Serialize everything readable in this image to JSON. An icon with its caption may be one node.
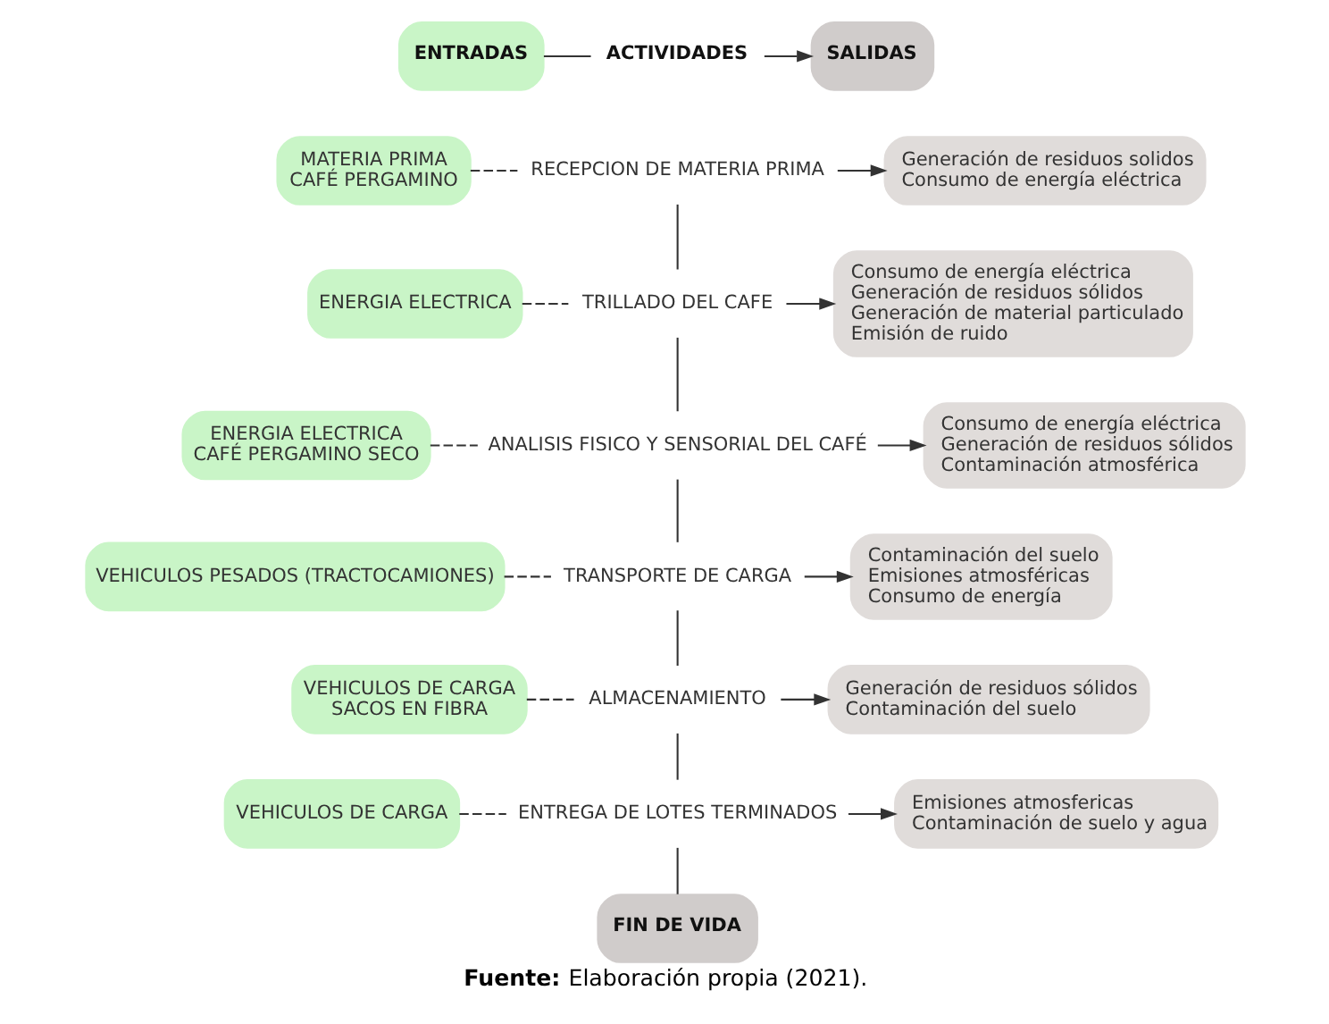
{
  "diagram": {
    "caption": "**Fuente:** Elaboración propia (2021).",
    "nodes": [
      {
        "text": [
          "ENTRADAS"
        ]
      },
      {
        "text": [
          "ACTIVIDADES"
        ]
      },
      {
        "text": [
          "SALIDAS"
        ]
      },
      {
        "text": [
          "MATERIA PRIMA",
          "CAFÉ PERGAMINO"
        ]
      },
      {
        "text": [
          "RECEPCION DE MATERIA PRIMA"
        ]
      },
      {
        "text": [
          "Generación de residuos solidos",
          "Consumo de energía eléctrica"
        ]
      },
      {
        "text": [
          "ENERGIA ELECTRICA"
        ]
      },
      {
        "text": [
          "TRILLADO DEL CAFE"
        ]
      },
      {
        "text": [
          "Consumo de energía eléctrica",
          "Generación de residuos sólidos",
          "Generación de material particulado",
          "Emisión de ruido"
        ]
      },
      {
        "text": [
          "ENERGIA ELECTRICA",
          "CAFÉ PERGAMINO SECO"
        ]
      },
      {
        "text": [
          "ANALISIS FISICO Y SENSORIAL DEL CAFÉ"
        ]
      },
      {
        "text": [
          "Consumo de energía eléctrica",
          "Generación de residuos sólidos",
          "Contaminación atmosférica"
        ]
      },
      {
        "text": [
          "VEHICULOS PESADOS (TRACTOCAMIONES)"
        ]
      },
      {
        "text": [
          "TRANSPORTE DE CARGA"
        ]
      },
      {
        "text": [
          "Contaminación del suelo",
          "Emisiones atmosféricas",
          "Consumo de energía"
        ]
      },
      {
        "text": [
          "VEHICULOS DE CARGA",
          "SACOS EN FIBRA"
        ]
      },
      {
        "text": [
          "ALMACENAMIENTO"
        ]
      },
      {
        "text": [
          "Generación de residuos sólidos",
          "Contaminación del suelo"
        ]
      },
      {
        "text": [
          "VEHICULOS DE CARGA"
        ]
      },
      {
        "text": [
          "ENTREGA DE LOTES TERMINADOS"
        ]
      },
      {
        "text": [
          "Emisiones atmosfericas",
          "Contaminación de suelo y agua"
        ]
      },
      {
        "text": [
          "FIN DE VIDA"
        ]
      }
    ],
    "edges": [
      {
        "from": 0,
        "to": 1,
        "arrow": "none"
      },
      {
        "from": 1,
        "to": 2,
        "arrow": "to"
      },
      {
        "from": 3,
        "to": 4,
        "arrow": "none",
        "style": "dashed"
      },
      {
        "from": 4,
        "to": 5,
        "arrow": "to"
      },
      {
        "from": 6,
        "to": 7,
        "arrow": "none",
        "style": "dashed"
      },
      {
        "from": 7,
        "to": 8,
        "arrow": "to"
      },
      {
        "from": 9,
        "to": 10,
        "arrow": "none",
        "style": "dashed"
      },
      {
        "from": 10,
        "to": 11,
        "arrow": "to"
      },
      {
        "from": 12,
        "to": 13,
        "arrow": "none",
        "style": "dashed"
      },
      {
        "from": 13,
        "to": 14,
        "arrow": "to"
      },
      {
        "from": 15,
        "to": 16,
        "arrow": "none",
        "style": "dashed"
      },
      {
        "from": 16,
        "to": 17,
        "arrow": "to"
      },
      {
        "from": 18,
        "to": 19,
        "arrow": "none",
        "style": "dashed"
      },
      {
        "from": 19,
        "to": 20,
        "arrow": "to"
      },
      {
        "from": 4,
        "to": 7,
        "arrow": "none"
      },
      {
        "from": 7,
        "to": 10,
        "arrow": "none"
      },
      {
        "from": 10,
        "to": 13,
        "arrow": "none"
      },
      {
        "from": 13,
        "to": 16,
        "arrow": "none"
      },
      {
        "from": 16,
        "to": 19,
        "arrow": "none"
      },
      {
        "from": 19,
        "to": 21,
        "arrow": "none"
      }
    ]
  }
}
